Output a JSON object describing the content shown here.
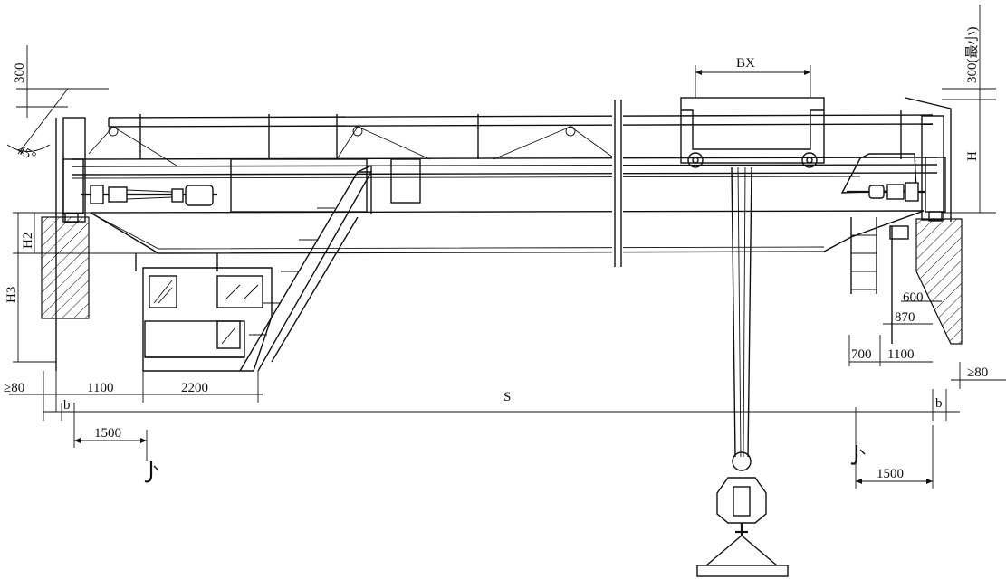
{
  "dimensions": {
    "clearance_top": "300",
    "angle": "45°",
    "trolley_gauge": "BX",
    "clearance_top_min": "300(最小)",
    "height": "H",
    "h2": "H2",
    "h3": "H3",
    "left_min_gap": "≥80",
    "left_1100": "1100",
    "cabin_2200": "2200",
    "span": "S",
    "b_left": "b",
    "b_right": "b",
    "hook_left_1500": "1500",
    "hook_right_1500": "1500",
    "right_600": "600",
    "right_870": "870",
    "right_700": "700",
    "right_1100": "1100",
    "right_min_gap": "≥80"
  }
}
